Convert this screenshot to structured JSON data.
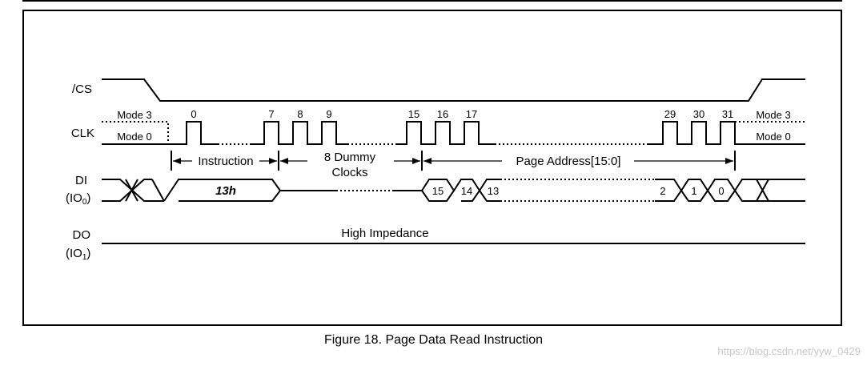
{
  "signals": {
    "cs": "/CS",
    "clk": "CLK",
    "di": "DI",
    "di_sub": "(IO",
    "di_sub_index": "0",
    "di_close": ")",
    "do": "DO",
    "do_sub": "(IO",
    "do_sub_index": "1",
    "do_close": ")"
  },
  "modes": {
    "mode3_left": "Mode 3",
    "mode0_left": "Mode 0",
    "mode3_right": "Mode 3",
    "mode0_right": "Mode 0"
  },
  "clock_numbers": [
    "0",
    "7",
    "8",
    "9",
    "15",
    "16",
    "17",
    "29",
    "30",
    "31"
  ],
  "segments": {
    "instruction": "Instruction",
    "dummy_line1": "8 Dummy",
    "dummy_line2": "Clocks",
    "page_address": "Page Address[15:0]"
  },
  "data_values": {
    "opcode": "13h",
    "bits_high": [
      "15",
      "14",
      "13"
    ],
    "bits_low": [
      "2",
      "1",
      "0"
    ]
  },
  "do_state": "High Impedance",
  "caption": "Figure 18. Page Data Read Instruction",
  "watermark": "https://blog.csdn.net/yyw_0429"
}
